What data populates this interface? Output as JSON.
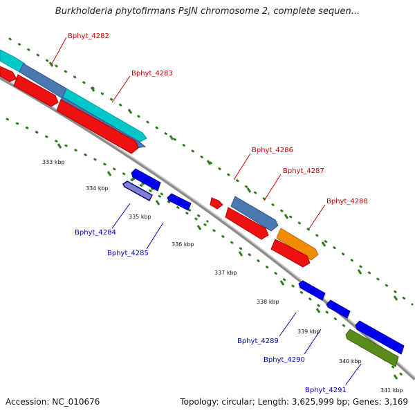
{
  "title": "Burkholderia phytofirmans PsJN chromosome 2, complete sequen...",
  "accession": "Accession: NC_010676",
  "topology": "Topology: circular; Length: 3,625,999 bp; Genes: 3,169",
  "colors": {
    "forward_label": "#cc0000",
    "reverse_label": "#0000cc",
    "backbone": "#8c8c8c",
    "ticks": "#2e7d1c"
  },
  "tick_labels": [
    "333 kbp",
    "334 kbp",
    "335 kbp",
    "336 kbp",
    "337 kbp",
    "338 kbp",
    "339 kbp",
    "340 kbp",
    "341 kbp"
  ],
  "genes_forward": [
    {
      "name": "Bphyt_4282",
      "color": "#00c8c8"
    },
    {
      "name": "Bphyt_4283",
      "color": "#4a78b0"
    },
    {
      "name": "Bphyt_4286",
      "color": "#ee1111"
    },
    {
      "name": "Bphyt_4287",
      "color": "#4a78b0"
    },
    {
      "name": "Bphyt_4288",
      "color": "#f08c00"
    }
  ],
  "genes_reverse": [
    {
      "name": "Bphyt_4284",
      "color": "#000080"
    },
    {
      "name": "Bphyt_4285",
      "color": "#0000ee"
    },
    {
      "name": "Bphyt_4289",
      "color": "#0000ee"
    },
    {
      "name": "Bphyt_4290",
      "color": "#0000ee"
    },
    {
      "name": "Bphyt_4291",
      "color": "#5a8a1c"
    }
  ]
}
